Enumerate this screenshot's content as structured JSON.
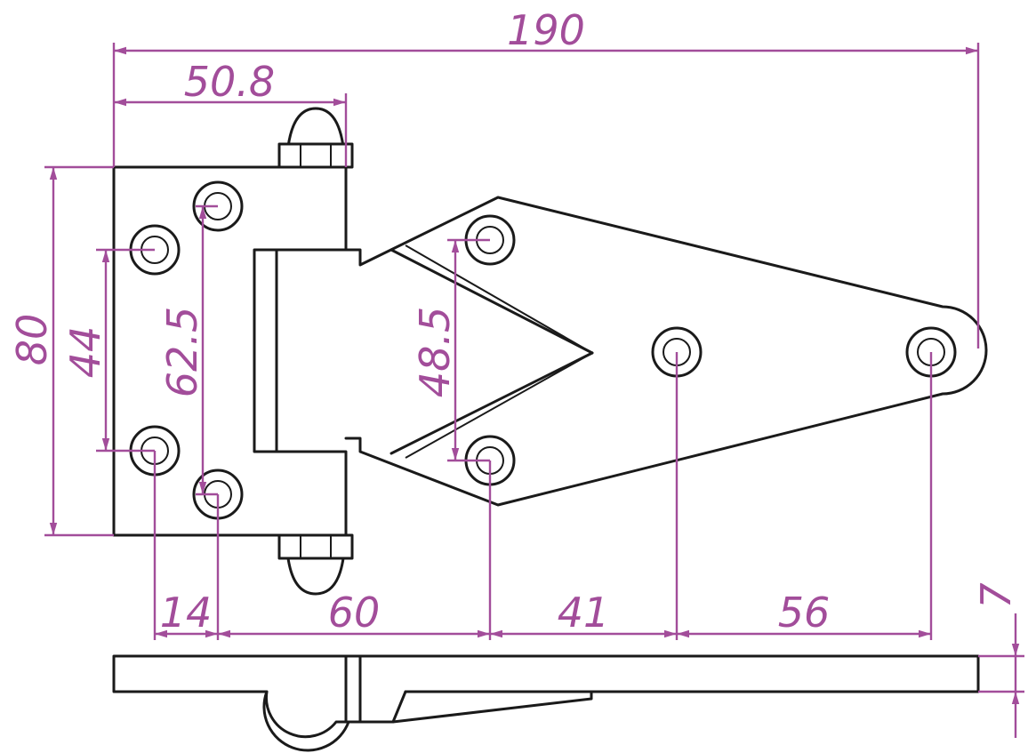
{
  "colors": {
    "dimension": "#a24d9a",
    "part": "#1a1a1a",
    "background": "#ffffff"
  },
  "dimensions": {
    "overall_length": "190",
    "leaf_width": "50.8",
    "leaf_height": "80",
    "inner_hole_spacing": "44",
    "outer_hole_spacing": "62.5",
    "strap_hole_spacing": "48.5",
    "thickness": "7",
    "gap_1": "14",
    "gap_2": "60",
    "gap_3": "41",
    "gap_4": "56"
  }
}
